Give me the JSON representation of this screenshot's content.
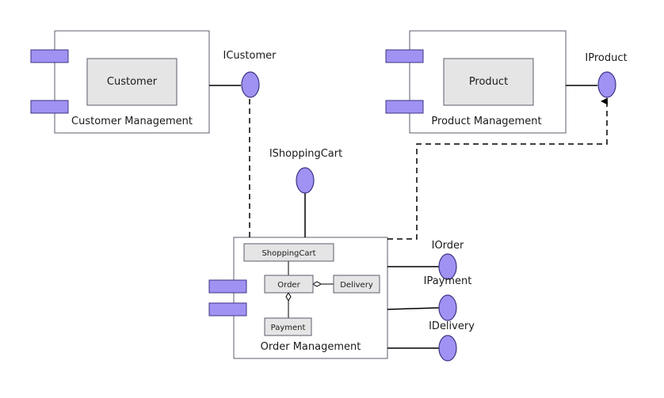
{
  "colors": {
    "tab_fill": "#9f92f2",
    "tab_stroke": "#3b3584",
    "box_fill": "#ffffff",
    "box_stroke": "#5c5c6c",
    "inner_fill": "#e5e5e5",
    "line": "#000000"
  },
  "components": {
    "customer_mgmt": {
      "title": "Customer Management",
      "inner": "Customer"
    },
    "product_mgmt": {
      "title": "Product Management",
      "inner": "Product"
    },
    "order_mgmt": {
      "title": "Order Management",
      "shopping_cart": "ShoppingCart",
      "order": "Order",
      "delivery": "Delivery",
      "payment": "Payment"
    }
  },
  "interfaces": {
    "icustomer": "ICustomer",
    "iproduct": "IProduct",
    "ishoppingcart": "IShoppingCart",
    "iorder": "IOrder",
    "ipayment": "IPayment",
    "idelivery": "IDelivery"
  }
}
